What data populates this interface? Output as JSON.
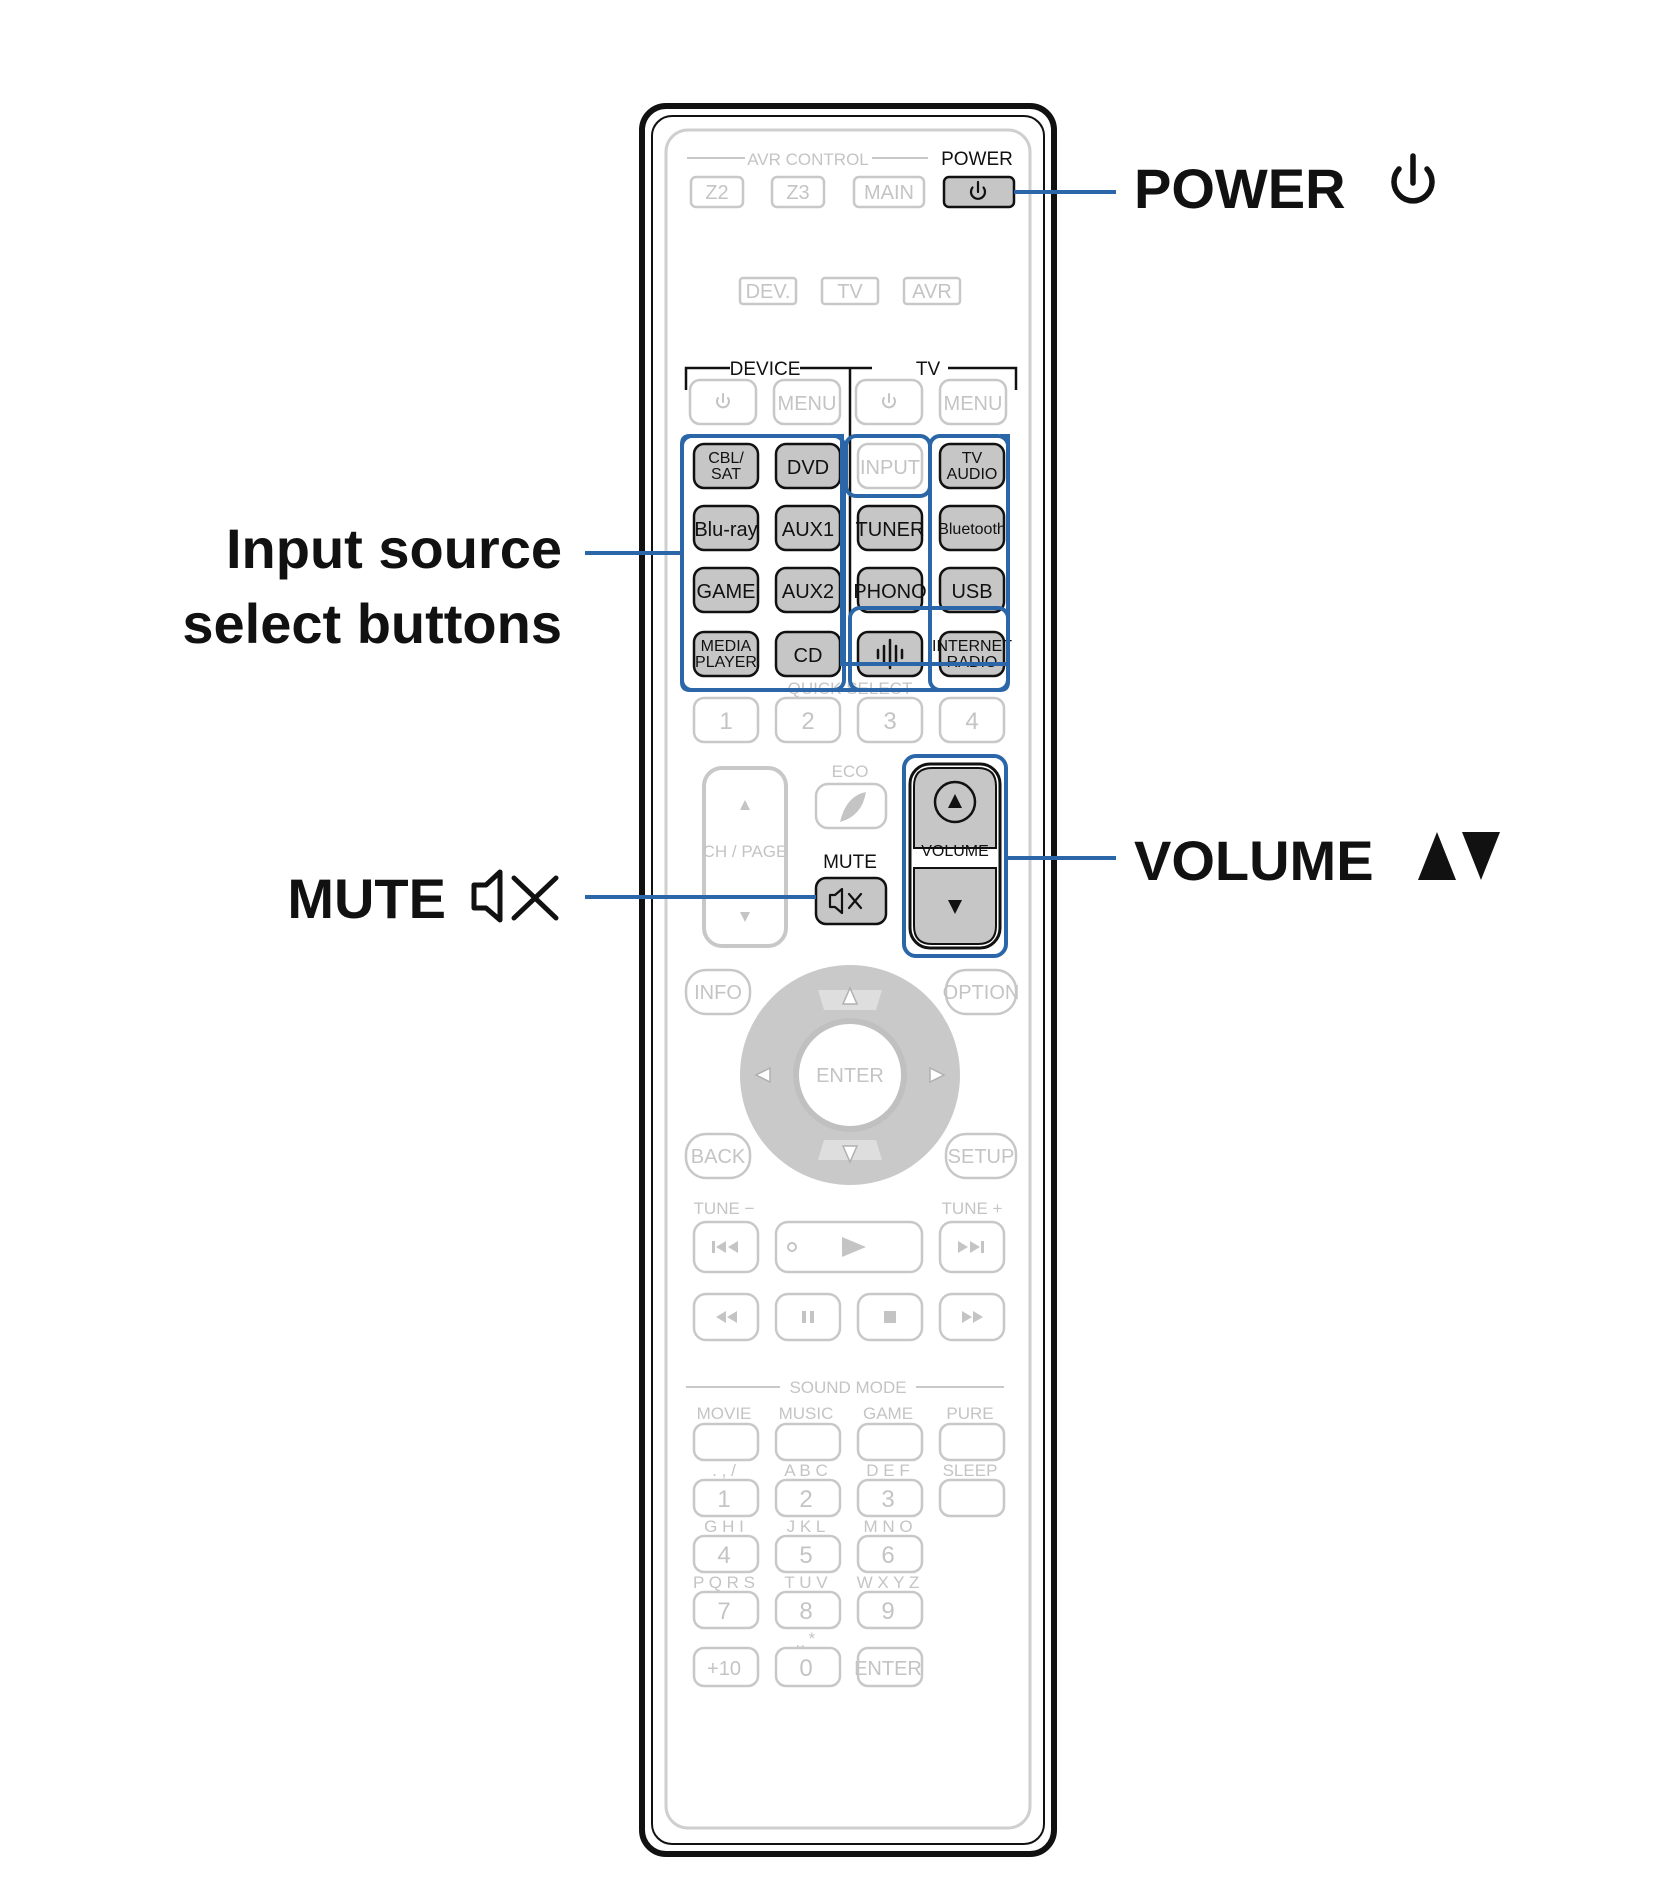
{
  "callouts": {
    "power": "POWER",
    "input_line1": "Input source",
    "input_line2": "select buttons",
    "mute": "MUTE",
    "volume": "VOLUME"
  },
  "remote": {
    "avr_control_label": "AVR CONTROL",
    "power_label": "POWER",
    "zone_buttons": [
      "Z2",
      "Z3",
      "MAIN"
    ],
    "mode_buttons": [
      "DEV.",
      "TV",
      "AVR"
    ],
    "device_label": "DEVICE",
    "tv_label": "TV",
    "menu_label": "MENU",
    "input_label": "INPUT",
    "sources": {
      "cbl_sat": [
        "CBL/",
        "SAT"
      ],
      "dvd": "DVD",
      "tv_audio": [
        "TV",
        "AUDIO"
      ],
      "bluray": "Blu-ray",
      "aux1": "AUX1",
      "tuner": "TUNER",
      "bluetooth": "Bluetooth",
      "game": "GAME",
      "aux2": "AUX2",
      "phono": "PHONO",
      "usb": "USB",
      "media_player": [
        "MEDIA",
        "PLAYER"
      ],
      "cd": "CD",
      "internet_radio": [
        "INTERNET",
        "RADIO"
      ]
    },
    "quick_select_label": "QUICK SELECT",
    "quick_select": [
      "1",
      "2",
      "3",
      "4"
    ],
    "eco_label": "ECO",
    "ch_page_label": "CH / PAGE",
    "mute_label": "MUTE",
    "volume_label": "VOLUME",
    "info_label": "INFO",
    "option_label": "OPTION",
    "enter_label": "ENTER",
    "back_label": "BACK",
    "setup_label": "SETUP",
    "tune_minus": "TUNE −",
    "tune_plus": "TUNE +",
    "sound_mode_label": "SOUND MODE",
    "sound_modes": [
      "MOVIE",
      "MUSIC",
      "GAME",
      "PURE"
    ],
    "sleep_label": "SLEEP",
    "keypad": [
      {
        "sub": ". , /",
        "num": "1"
      },
      {
        "sub": "A B C",
        "num": "2"
      },
      {
        "sub": "D E F",
        "num": "3"
      },
      {
        "sub": "G H I",
        "num": "4"
      },
      {
        "sub": "J K L",
        "num": "5"
      },
      {
        "sub": "M N O",
        "num": "6"
      },
      {
        "sub": "P Q R S",
        "num": "7"
      },
      {
        "sub": "T U V",
        "num": "8"
      },
      {
        "sub": "W X Y Z",
        "num": "9"
      }
    ],
    "plus10": "+10",
    "zero_sub": "⎵  *",
    "zero": "0",
    "keypad_enter": "ENTER"
  },
  "colors": {
    "highlight": "#2a66a8",
    "active_button": "#c6c6c6",
    "inactive_outline": "#c8c8c8"
  }
}
